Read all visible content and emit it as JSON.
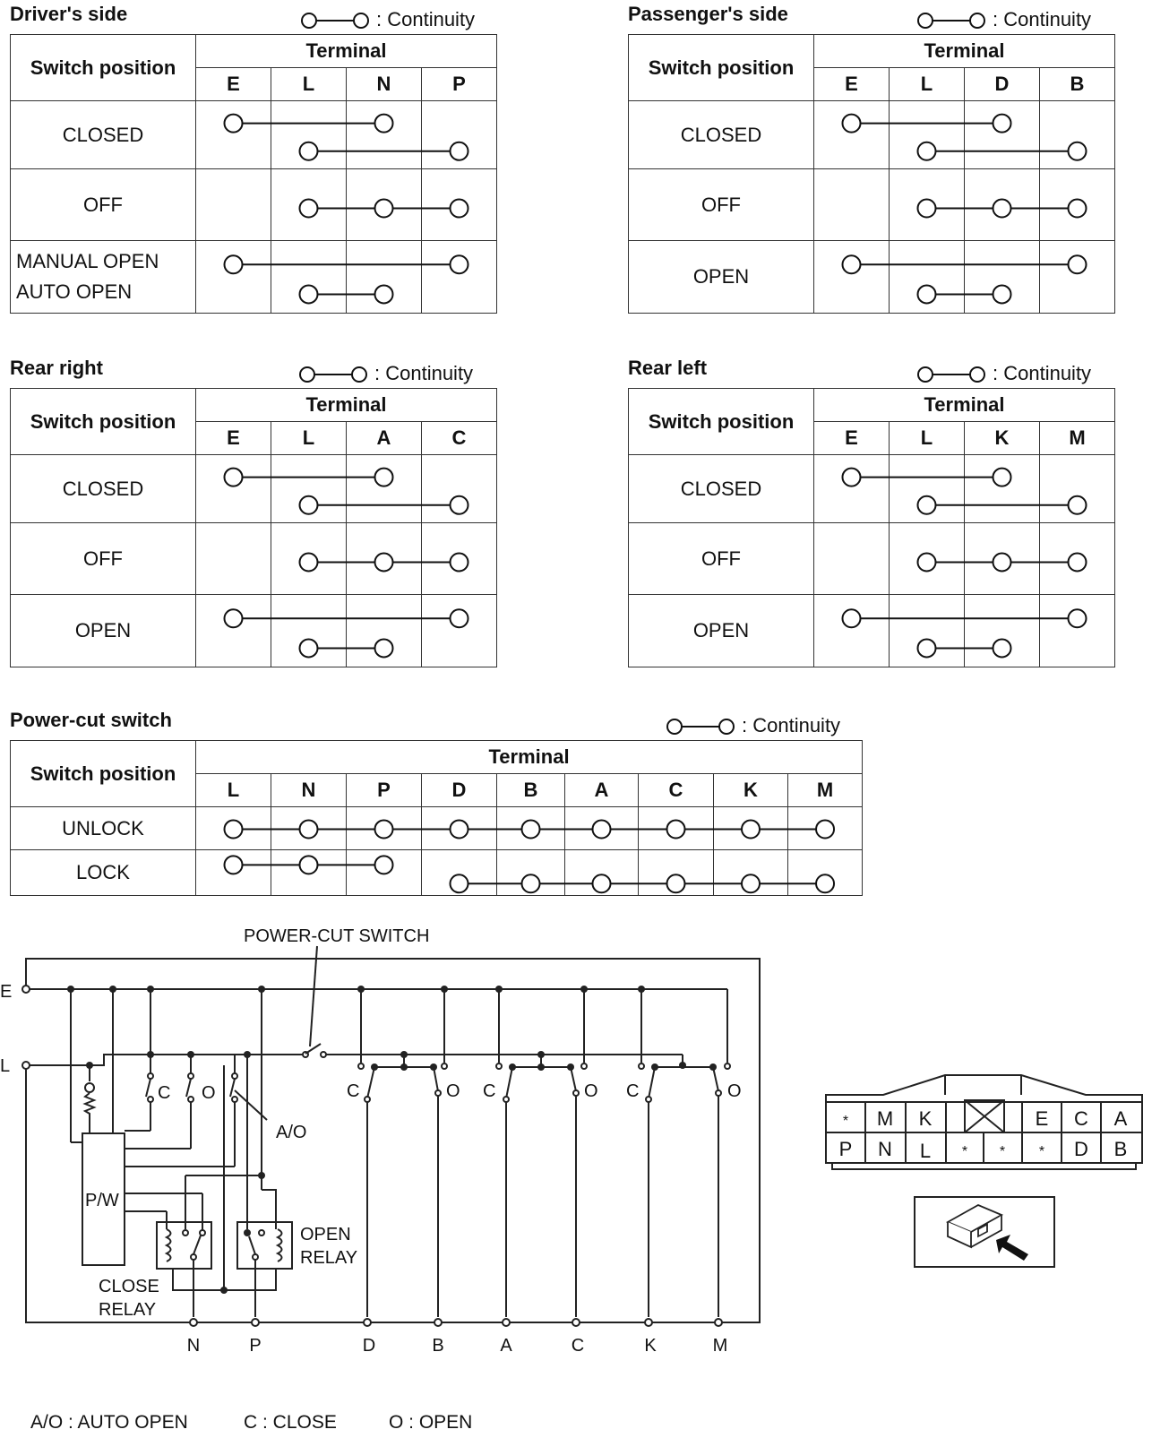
{
  "legend_label": ": Continuity",
  "row_header": "Switch position",
  "terminal_header": "Terminal",
  "tables": [
    {
      "title": "Driver's side",
      "terminals": [
        "E",
        "L",
        "N",
        "P"
      ],
      "rows": [
        {
          "position": "CLOSED",
          "lines": [
            [
              "E",
              "N"
            ],
            [
              "L",
              "P"
            ]
          ]
        },
        {
          "position": "OFF",
          "lines": [
            [
              "L",
              "N",
              "P"
            ]
          ]
        },
        {
          "position": "MANUAL OPEN\nAUTO OPEN",
          "lines": [
            [
              "E",
              "P"
            ],
            [
              "L",
              "N"
            ]
          ]
        }
      ]
    },
    {
      "title": "Passenger's side",
      "terminals": [
        "E",
        "L",
        "D",
        "B"
      ],
      "rows": [
        {
          "position": "CLOSED",
          "lines": [
            [
              "E",
              "D"
            ],
            [
              "L",
              "B"
            ]
          ]
        },
        {
          "position": "OFF",
          "lines": [
            [
              "L",
              "D",
              "B"
            ]
          ]
        },
        {
          "position": "OPEN",
          "lines": [
            [
              "E",
              "B"
            ],
            [
              "L",
              "D"
            ]
          ]
        }
      ]
    },
    {
      "title": "Rear right",
      "terminals": [
        "E",
        "L",
        "A",
        "C"
      ],
      "rows": [
        {
          "position": "CLOSED",
          "lines": [
            [
              "E",
              "A"
            ],
            [
              "L",
              "C"
            ]
          ]
        },
        {
          "position": "OFF",
          "lines": [
            [
              "L",
              "A",
              "C"
            ]
          ]
        },
        {
          "position": "OPEN",
          "lines": [
            [
              "E",
              "C"
            ],
            [
              "L",
              "A"
            ]
          ]
        }
      ]
    },
    {
      "title": "Rear left",
      "terminals": [
        "E",
        "L",
        "K",
        "M"
      ],
      "rows": [
        {
          "position": "CLOSED",
          "lines": [
            [
              "E",
              "K"
            ],
            [
              "L",
              "M"
            ]
          ]
        },
        {
          "position": "OFF",
          "lines": [
            [
              "L",
              "K",
              "M"
            ]
          ]
        },
        {
          "position": "OPEN",
          "lines": [
            [
              "E",
              "M"
            ],
            [
              "L",
              "K"
            ]
          ]
        }
      ]
    },
    {
      "title": "Power-cut switch",
      "terminals": [
        "L",
        "N",
        "P",
        "D",
        "B",
        "A",
        "C",
        "K",
        "M"
      ],
      "rows": [
        {
          "position": "UNLOCK",
          "lines": [
            [
              "L",
              "N",
              "P",
              "D",
              "B",
              "A",
              "C",
              "K",
              "M"
            ]
          ]
        },
        {
          "position": "LOCK",
          "lines": [
            [
              "L",
              "N",
              "P"
            ],
            [
              "D",
              "B",
              "A",
              "C",
              "K",
              "M"
            ]
          ]
        }
      ]
    }
  ],
  "schematic": {
    "power_cut_label": "POWER-CUT SWITCH",
    "left_terminals": [
      "E",
      "L"
    ],
    "bottom_terminals": [
      "N",
      "P",
      "D",
      "B",
      "A",
      "C",
      "K",
      "M"
    ],
    "contact_close": "C",
    "contact_open": "O",
    "auto_open": "A/O",
    "pw_label": "P/W",
    "close_relay": [
      "CLOSE",
      "RELAY"
    ],
    "open_relay": [
      "OPEN",
      "RELAY"
    ]
  },
  "connector": {
    "row1": [
      "*",
      "M",
      "K",
      "",
      "E",
      "C",
      "A"
    ],
    "row2": [
      "P",
      "N",
      "L",
      "*",
      "*",
      "*",
      "D",
      "B"
    ]
  },
  "notes": [
    "A/O : AUTO OPEN",
    "C : CLOSE",
    "O : OPEN"
  ]
}
